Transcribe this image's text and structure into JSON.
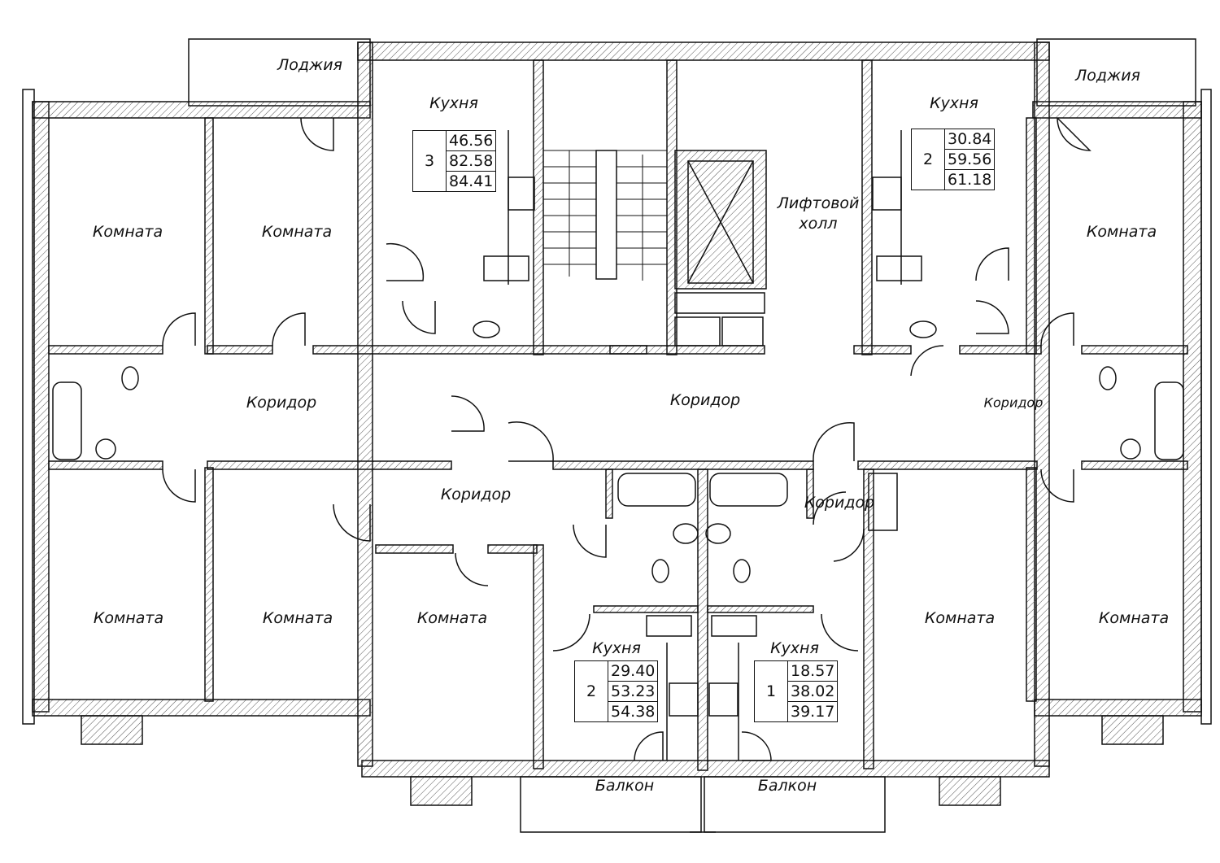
{
  "rooms": {
    "loggia_left": "Лоджия",
    "loggia_right": "Лоджия",
    "kitchen_top_left": "Кухня",
    "kitchen_top_right": "Кухня",
    "kitchen_bottom_left": "Кухня",
    "kitchen_bottom_right": "Кухня",
    "lift_hall_1": "Лифтовой",
    "lift_hall_2": "холл",
    "room_tl1": "Комната",
    "room_tl2": "Комната",
    "room_tr": "Комната",
    "room_bl1": "Комната",
    "room_bl2": "Комната",
    "room_bc": "Комната",
    "room_br1": "Комната",
    "room_br2": "Комната",
    "corridor_left": "Коридор",
    "corridor_main": "Коридор",
    "corridor_right": "Коридор",
    "corridor_bl": "Коридор",
    "corridor_br": "Коридор",
    "balcony_left": "Балкон",
    "balcony_right": "Балкон"
  },
  "apartments": [
    {
      "rooms": "3",
      "living": "46.56",
      "total": "82.58",
      "total_with_balcony": "84.41"
    },
    {
      "rooms": "2",
      "living": "30.84",
      "total": "59.56",
      "total_with_balcony": "61.18"
    },
    {
      "rooms": "2",
      "living": "29.40",
      "total": "53.23",
      "total_with_balcony": "54.38"
    },
    {
      "rooms": "1",
      "living": "18.57",
      "total": "38.02",
      "total_with_balcony": "39.17"
    }
  ]
}
